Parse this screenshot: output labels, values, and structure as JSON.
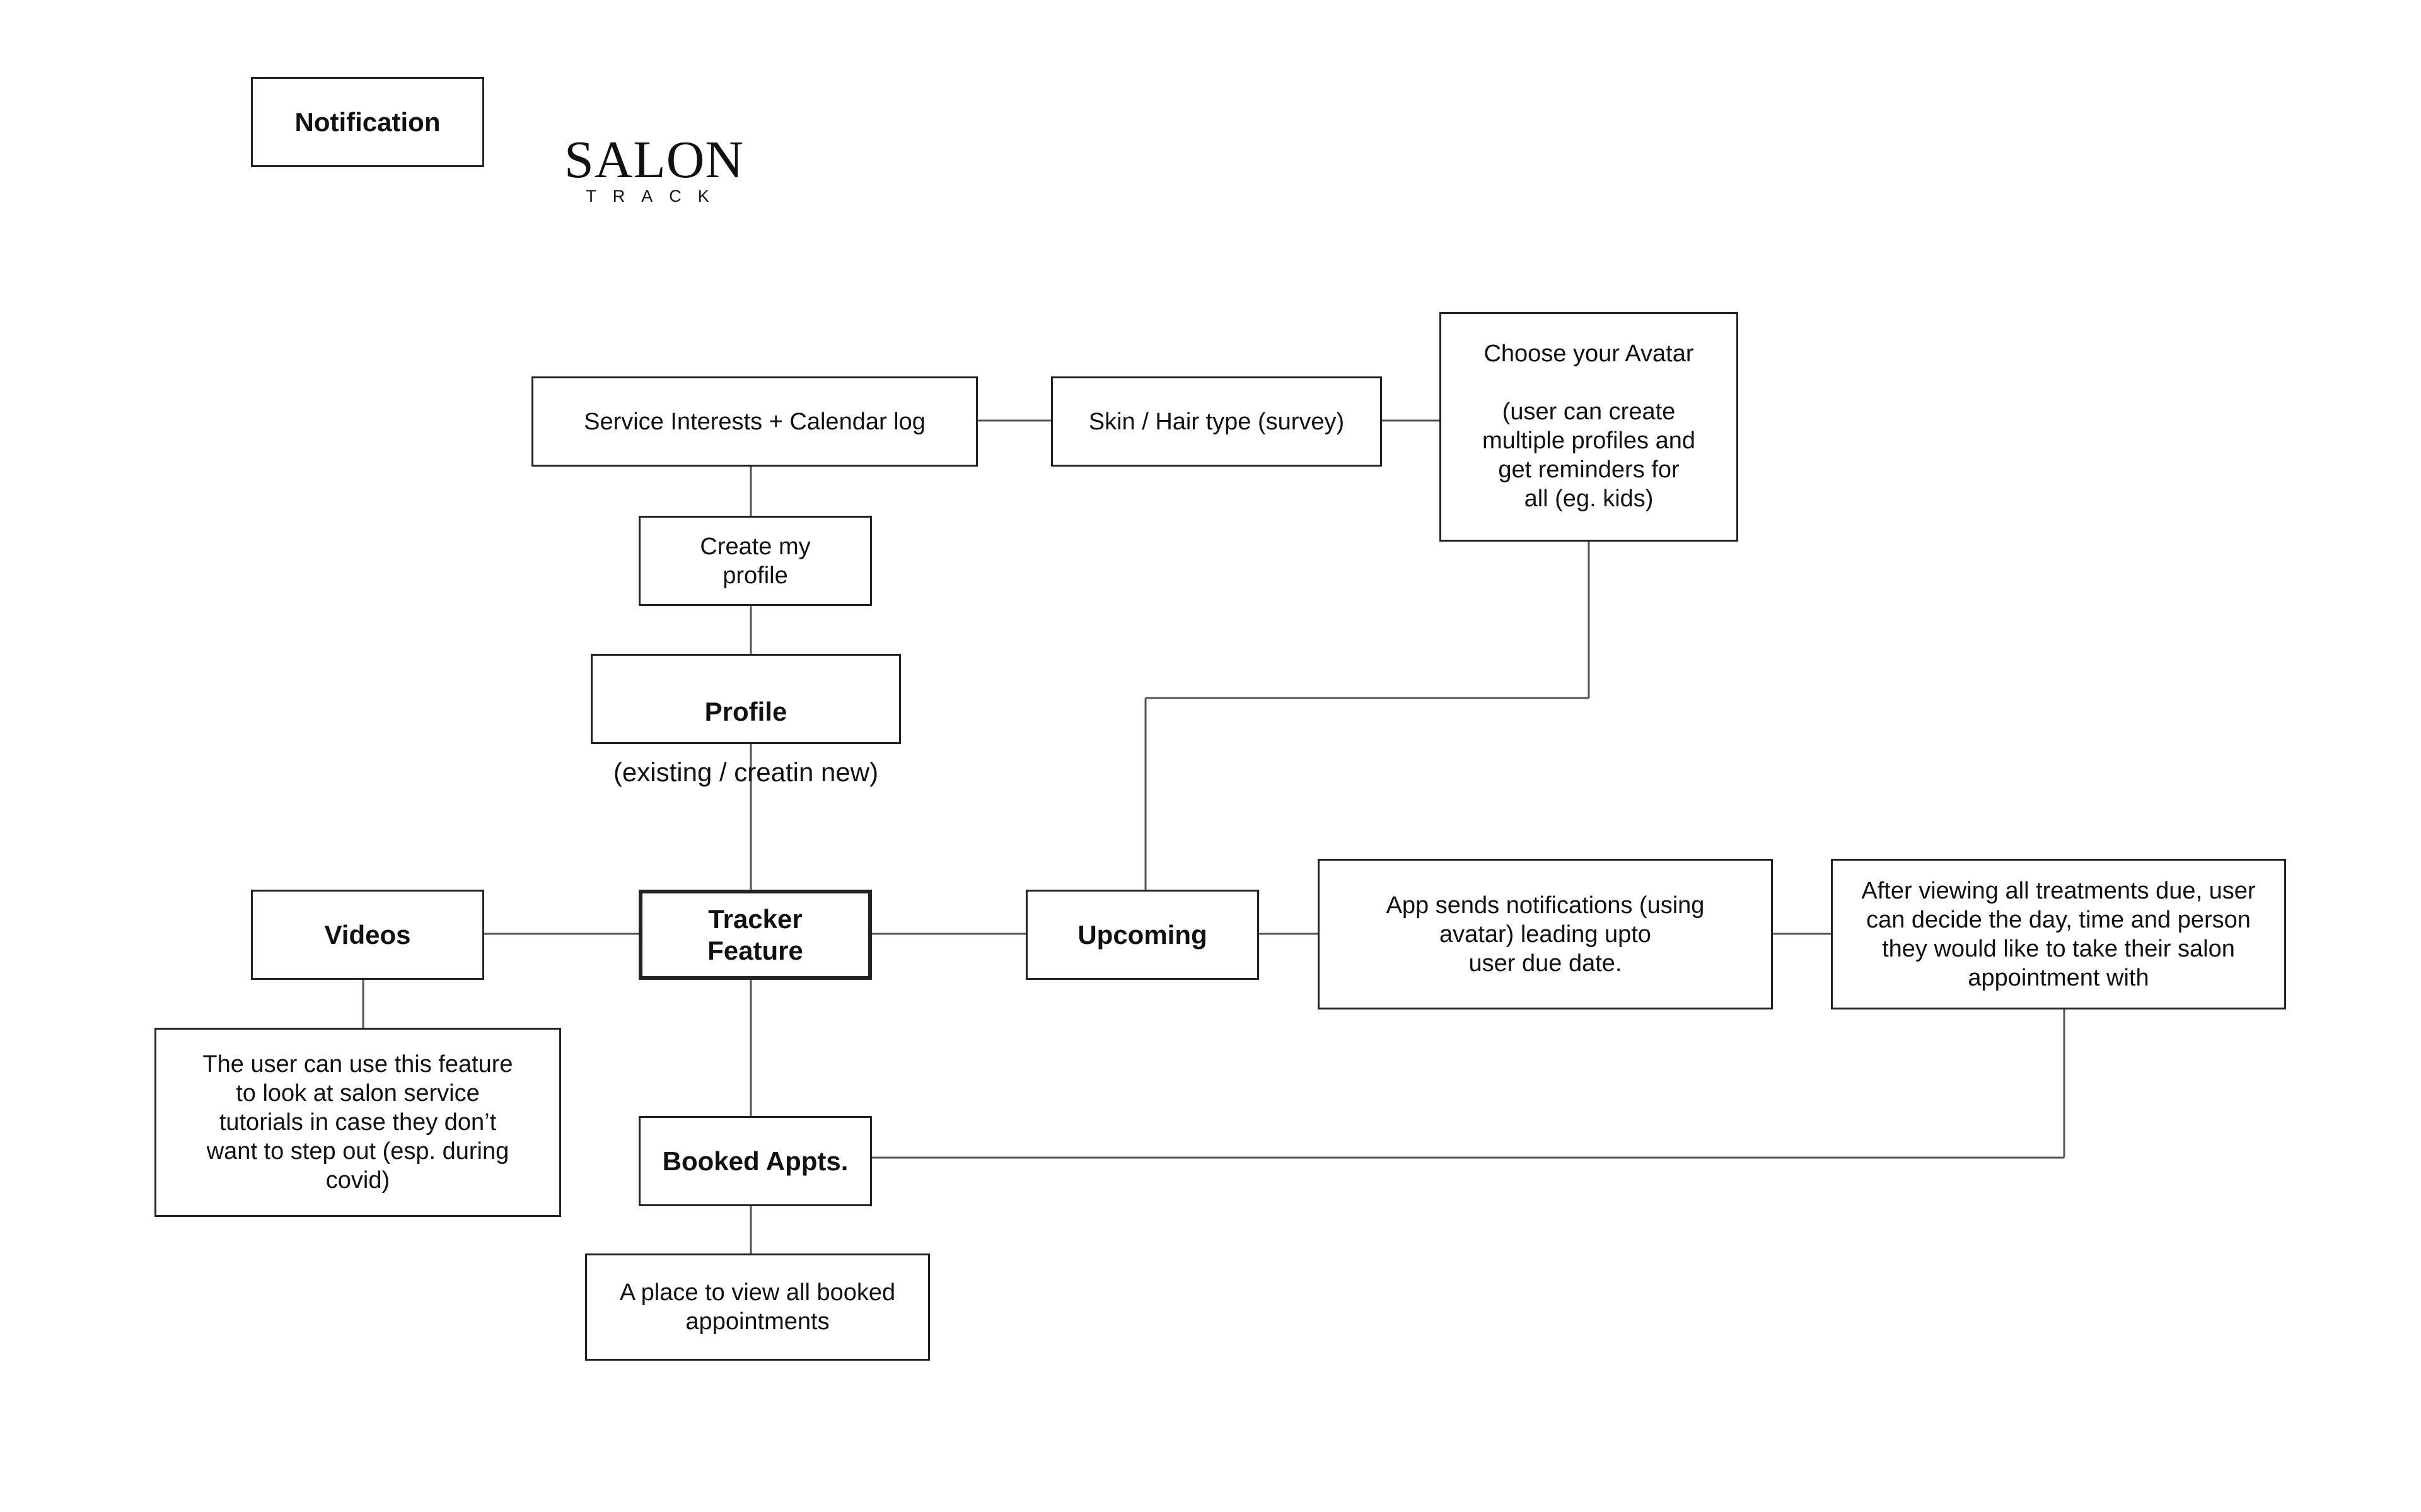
{
  "notification": "Notification",
  "logo": {
    "main": "SALON",
    "sub": "TRACK"
  },
  "nodes": {
    "service_interests": "Service Interests + Calendar log",
    "skin_hair": "Skin / Hair type (survey)",
    "avatar": "Choose your Avatar\n\n(user can create\nmultiple profiles and\nget reminders for\nall (eg. kids)",
    "create_profile": "Create my\nprofile",
    "profile_title": "Profile",
    "profile_sub": "(existing / creatin new)",
    "videos": "Videos",
    "tracker": "Tracker\nFeature",
    "upcoming": "Upcoming",
    "notifications": "App sends notifications (using\navatar) leading upto\nuser due date.",
    "after_viewing": "After viewing all treatments due, user\ncan decide the day, time and person\nthey would like to take their salon\nappointment with",
    "videos_desc": "The user can use this feature\nto look at salon service\ntutorials in case they don’t\nwant to step out (esp. during\ncovid)",
    "booked": "Booked Appts.",
    "booked_desc": "A place to view all booked\nappointments"
  },
  "colors": {
    "line": "#555555",
    "border": "#222222",
    "text": "#111111"
  }
}
